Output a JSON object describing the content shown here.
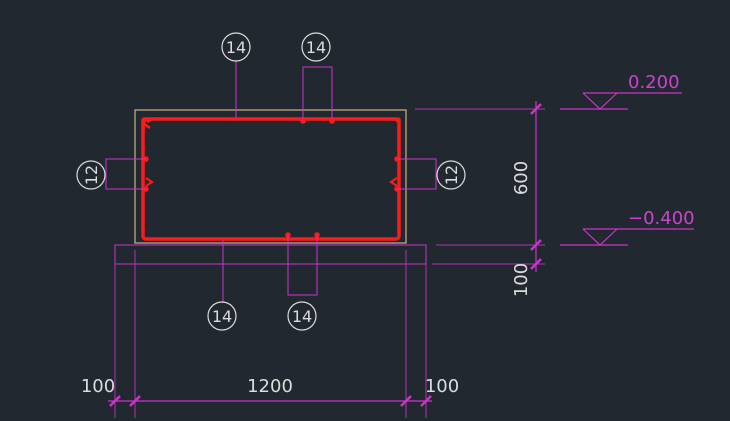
{
  "colors": {
    "background": "#212830",
    "outline": "#c9b48a",
    "rebar": "#ff1a1a",
    "dimension": "#cc33cc",
    "slab": "#b033b0",
    "text_white": "#dcdcdc",
    "text_magenta": "#cc44cc"
  },
  "callouts": {
    "top_left": "14",
    "top_right": "14",
    "bottom_left": "14",
    "bottom_right": "14",
    "side_left": "12",
    "side_right": "12"
  },
  "levels": {
    "top": "0.200",
    "bottom": "−0.400"
  },
  "dimensions": {
    "height": "600",
    "slab_thickness": "100",
    "width": "1200",
    "left_overhang": "100",
    "right_overhang": "100"
  }
}
